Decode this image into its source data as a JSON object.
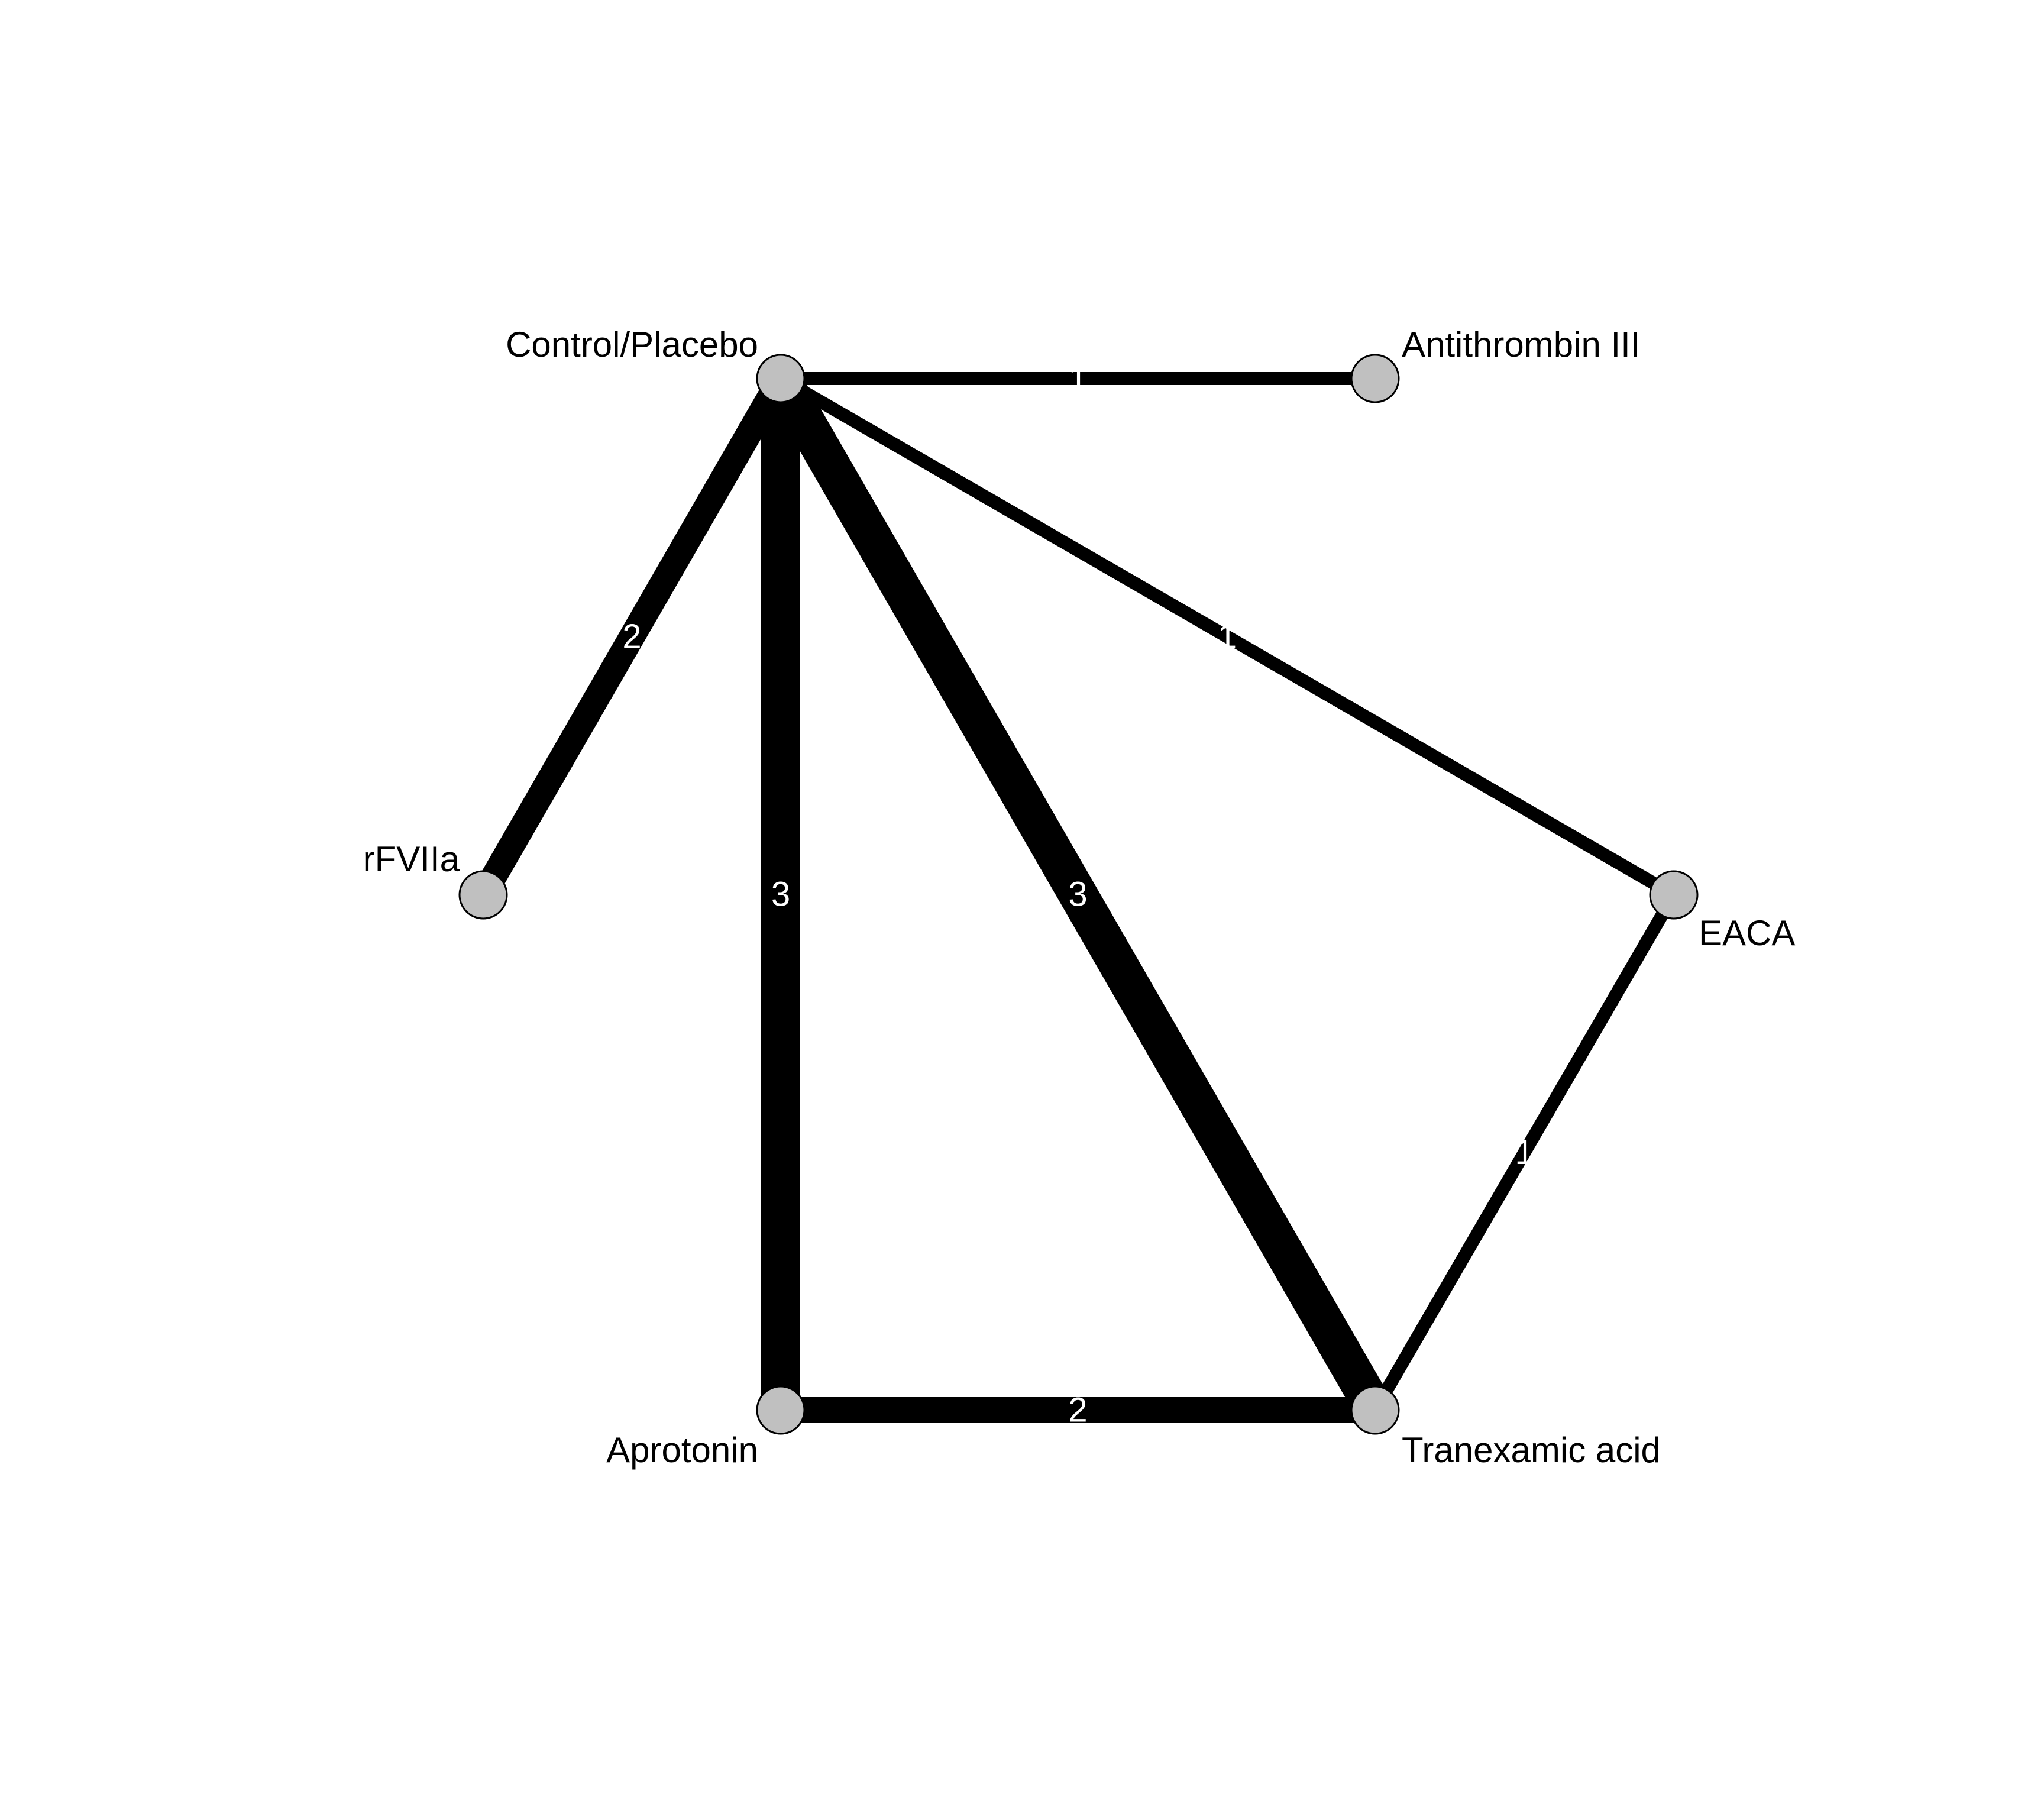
{
  "diagram": {
    "colors": {
      "edge": "#000000",
      "edge_label": "#ffffff",
      "node_fill": "#c0c0c0",
      "node_stroke": "#000000",
      "node_label": "#000000",
      "background": "#ffffff"
    },
    "nodes": [
      {
        "id": "control",
        "label": "Control/Placebo"
      },
      {
        "id": "antithrombin",
        "label": "Antithrombin III"
      },
      {
        "id": "rfviia",
        "label": "rFVIIa"
      },
      {
        "id": "eaca",
        "label": "EACA"
      },
      {
        "id": "aprotonin",
        "label": "Aprotonin"
      },
      {
        "id": "tranexamic",
        "label": "Tranexamic acid"
      }
    ],
    "edges": [
      {
        "from": "control",
        "to": "antithrombin",
        "count": 1,
        "label": "1"
      },
      {
        "from": "control",
        "to": "rfviia",
        "count": 2,
        "label": "2"
      },
      {
        "from": "control",
        "to": "aprotonin",
        "count": 3,
        "label": "3"
      },
      {
        "from": "control",
        "to": "tranexamic",
        "count": 3,
        "label": "3"
      },
      {
        "from": "control",
        "to": "eaca",
        "count": 1,
        "label": "1"
      },
      {
        "from": "eaca",
        "to": "tranexamic",
        "count": 1,
        "label": "1"
      },
      {
        "from": "aprotonin",
        "to": "tranexamic",
        "count": 2,
        "label": "2"
      }
    ]
  }
}
